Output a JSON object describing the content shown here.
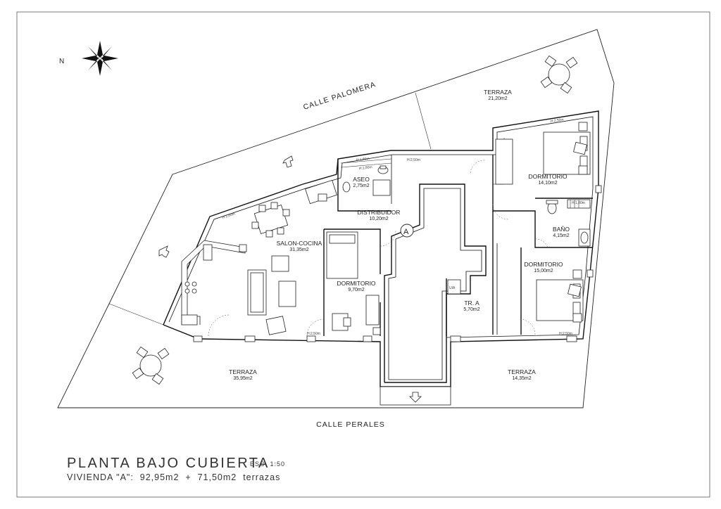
{
  "north": {
    "label": "N",
    "icon": "compass-rose-icon"
  },
  "streets": {
    "top": "CALLE PALOMERA",
    "bottom": "CALLE PERALES"
  },
  "rooms": [
    {
      "id": "terraza-ne",
      "name": "TERRAZA",
      "area": "21,20m2"
    },
    {
      "id": "dormitorio-ne",
      "name": "DORMITORIO",
      "area": "14,10m2"
    },
    {
      "id": "aseo",
      "name": "ASEO",
      "area": "2,75m2"
    },
    {
      "id": "distribuidor",
      "name": "DISTRIBUIDOR",
      "area": "10,20m2"
    },
    {
      "id": "bano",
      "name": "BAÑO",
      "area": "4,15m2"
    },
    {
      "id": "salon-cocina",
      "name": "SALON-COCINA",
      "area": "31,35m2"
    },
    {
      "id": "dormitorio-e",
      "name": "DORMITORIO",
      "area": "15,00m2"
    },
    {
      "id": "dormitorio-c",
      "name": "DORMITORIO",
      "area": "9,70m2"
    },
    {
      "id": "trastero",
      "name": "TR. A",
      "area": "5,70m2"
    },
    {
      "id": "terraza-sw",
      "name": "TERRAZA",
      "area": "35,95m2"
    },
    {
      "id": "terraza-se",
      "name": "TERRAZA",
      "area": "14,35m2"
    }
  ],
  "unit_marker": "A",
  "uia_label": "UIA",
  "window_heights": [
    "H:1,80m",
    "H:1,80m",
    "H:1,80m",
    "H:2,50m",
    "H:2,50m",
    "H:2,50m",
    "H:2,50m",
    "H:1,80m"
  ],
  "title": "PLANTA BAJO CUBIERTA",
  "scale": "ESC. 1:50",
  "subtitle": "VIVIENDA \"A\":  92,95m2  +  71,50m2  terrazas"
}
